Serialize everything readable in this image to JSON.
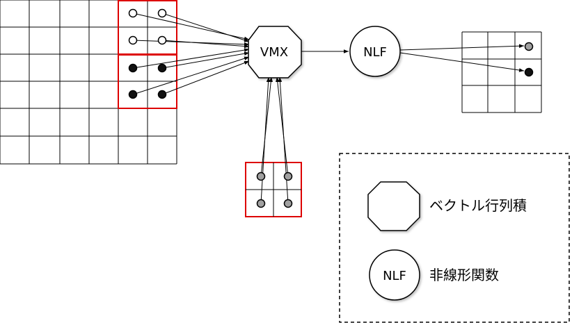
{
  "nodes": {
    "vmx_label": "VMX",
    "nlf_label": "NLF"
  },
  "legend": {
    "vector_product_label": "ベクトル行列積",
    "nlf_symbol_label": "NLF",
    "nonlinear_label": "非線形関数"
  },
  "colors": {
    "grid_line": "#000000",
    "highlight_border": "#dd0000",
    "filled_dot": "#111111",
    "gray_dot": "#a0a0a0",
    "hollow_dot_fill": "#ffffff"
  }
}
